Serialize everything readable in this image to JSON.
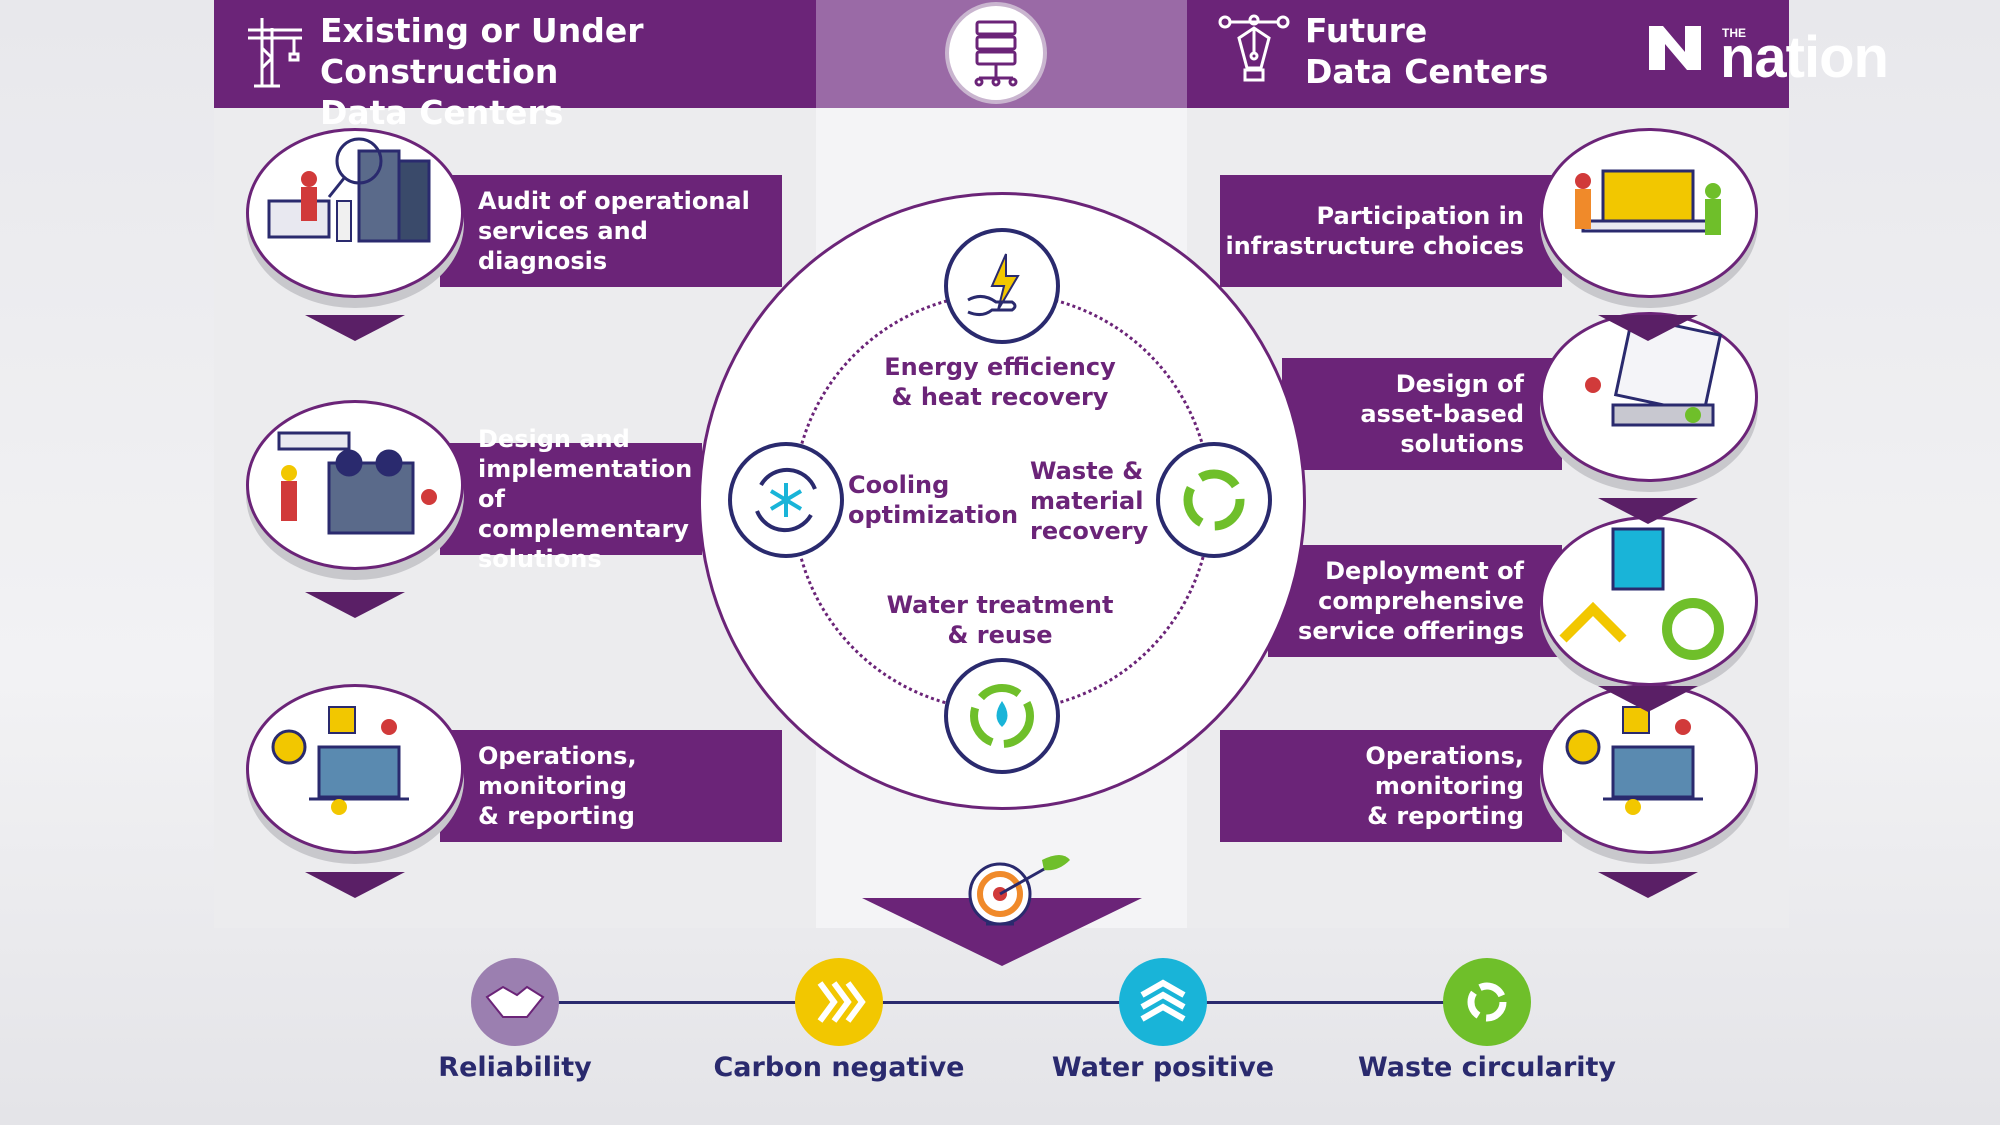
{
  "header": {
    "left_title": "Existing or Under Construction\nData Centers",
    "right_title": "Future\nData Centers",
    "logo_the": "THE",
    "logo_name": "nation"
  },
  "left_steps": [
    {
      "label": "Audit of operational\nservices and diagnosis"
    },
    {
      "label": "Design and\nimplementation\nof complementary\nsolutions"
    },
    {
      "label": "Operations, monitoring\n& reporting"
    }
  ],
  "right_steps": [
    {
      "label": "Participation in\ninfrastructure choices"
    },
    {
      "label": "Design of\nasset-based\nsolutions"
    },
    {
      "label": "Deployment of\ncomprehensive\nservice offerings"
    },
    {
      "label": "Operations, monitoring\n& reporting"
    }
  ],
  "center": {
    "top": "Energy efficiency\n& heat recovery",
    "left": "Cooling\noptimization",
    "right": "Waste &\nmaterial\nrecovery",
    "bottom": "Water treatment\n& reuse"
  },
  "goals": [
    {
      "label": "Reliability",
      "color": "#9b7fb0"
    },
    {
      "label": "Carbon negative",
      "color": "#f2c700"
    },
    {
      "label": "Water positive",
      "color": "#19b4d8"
    },
    {
      "label": "Waste circularity",
      "color": "#6fbf2a"
    }
  ],
  "colors": {
    "brand": "#6b2478",
    "navy": "#2a2a6e"
  }
}
